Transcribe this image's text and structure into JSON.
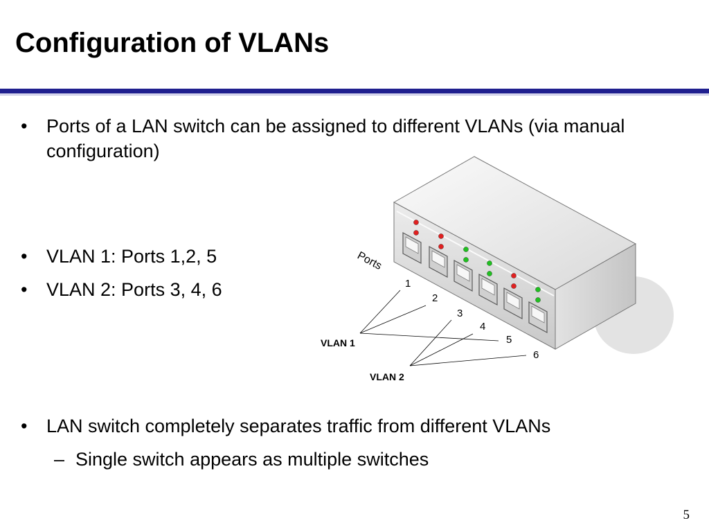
{
  "slide": {
    "title": "Configuration of  VLANs",
    "page_number": "5"
  },
  "bullets": [
    {
      "marker": "•",
      "text": "Ports of a LAN switch can be assigned to different VLANs (via manual configuration)"
    },
    {
      "marker": "•",
      "text": "VLAN 1: Ports 1,2, 5"
    },
    {
      "marker": "•",
      "text": "VLAN 2: Ports 3, 4, 6"
    },
    {
      "marker": "•",
      "text": "LAN switch completely separates traffic from different VLANs"
    }
  ],
  "sub_bullets": [
    {
      "marker": "–",
      "text": "Single switch appears as multiple switches"
    }
  ],
  "diagram": {
    "ports_label": "Ports",
    "port_numbers": [
      "1",
      "2",
      "3",
      "4",
      "5",
      "6"
    ],
    "vlan1_label": "VLAN 1",
    "vlan2_label": "VLAN 2",
    "led_colors": {
      "vlan1": "#e02020",
      "vlan2": "#20c020"
    }
  },
  "colors": {
    "title_rule": "#1f1f8f",
    "title_rule_light": "#c8c8e6"
  }
}
